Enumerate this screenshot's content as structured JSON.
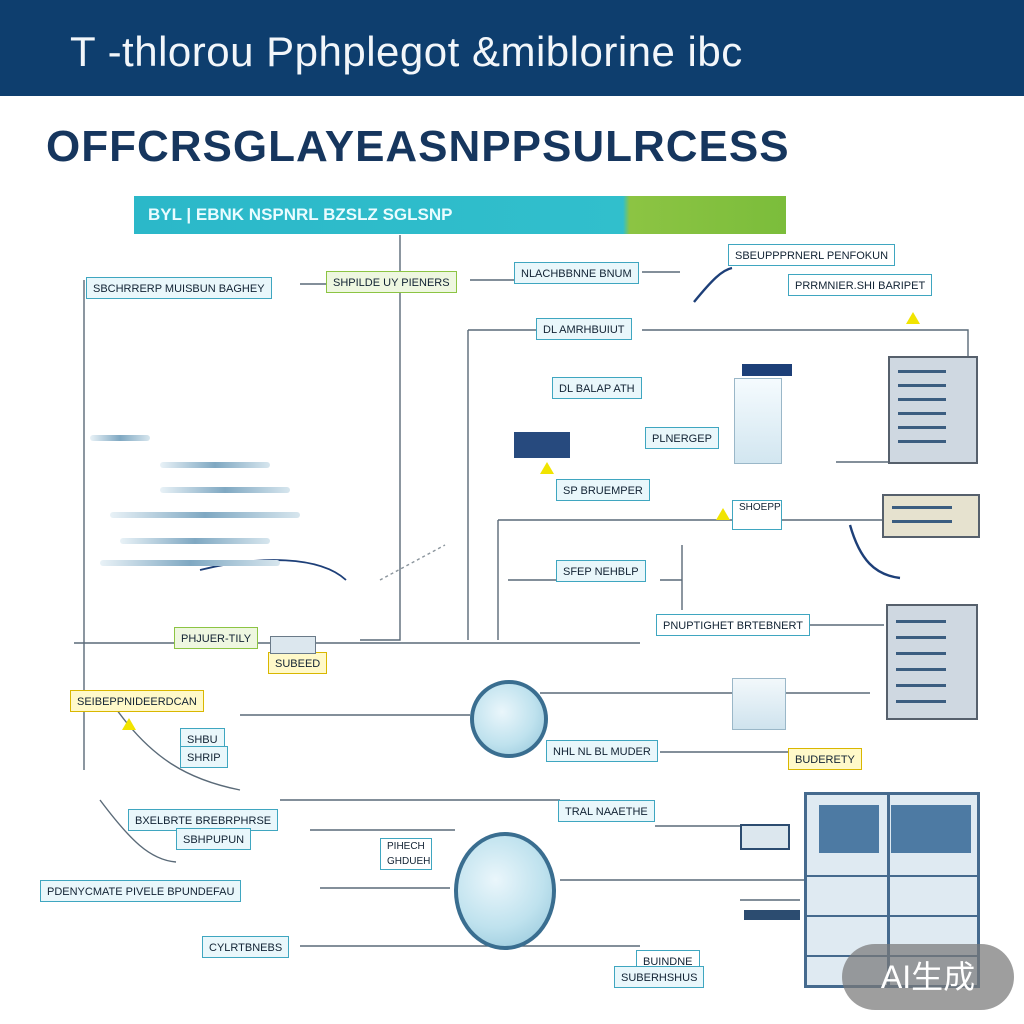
{
  "header": {
    "title": "T -thlorou Pphplegot &miblorine ibc"
  },
  "heading": "OFFCRSGLAYEASNPPSULRCESS",
  "banner": {
    "text": "BYL | EBNK NSPNRL BZSLZ SGLSNP"
  },
  "labels": [
    {
      "id": "l1",
      "text": "SBCHRRERP MUISBUN BAGHEY"
    },
    {
      "id": "l2",
      "text": "SHPILDE UY PIENERS"
    },
    {
      "id": "l3",
      "text": "NLACHBBNNE BNUM"
    },
    {
      "id": "l4",
      "text": "SBEUPPPRNERL PENFOKUN"
    },
    {
      "id": "l5",
      "text": "PRRMNIER.SHI BARIPET"
    },
    {
      "id": "l6",
      "text": "DL AMRHBUIUT"
    },
    {
      "id": "l7",
      "text": "DL BALAP ATH"
    },
    {
      "id": "l8",
      "text": "PLNERGEP"
    },
    {
      "id": "l9",
      "text": "SP BRUEMPER"
    },
    {
      "id": "l10",
      "text": "SHOEPP"
    },
    {
      "id": "l11",
      "text": "SFEP NEHBLP"
    },
    {
      "id": "l12",
      "text": "PNUPTIGHET BRTEBNERT"
    },
    {
      "id": "l13",
      "text": "PHJUER-TILY"
    },
    {
      "id": "l14",
      "text": "SUBEED"
    },
    {
      "id": "l15",
      "text": "SEIBEPPNIDEERDCAN"
    },
    {
      "id": "l16",
      "text": "SHBU"
    },
    {
      "id": "l17",
      "text": "SHRIP"
    },
    {
      "id": "l18",
      "text": "NHL NL BL MUDER"
    },
    {
      "id": "l19",
      "text": "BUDERETY"
    },
    {
      "id": "l20",
      "text": "TRAL NAAETHE"
    },
    {
      "id": "l21",
      "text": "BXELBRTE BREBRPHRSE"
    },
    {
      "id": "l22",
      "text": "SBHPUPUN"
    },
    {
      "id": "l23",
      "text": "PIHECH GHDUEH"
    },
    {
      "id": "l24",
      "text": "PDENYCMATE PIVELE BPUNDEFAU"
    },
    {
      "id": "l25",
      "text": "CYLRTBNEBS"
    },
    {
      "id": "l26",
      "text": "BUINDNE"
    },
    {
      "id": "l27",
      "text": "SUBERHSHUS"
    }
  ],
  "badge": {
    "text": "AI生成"
  },
  "colors": {
    "header": "#0e3e6e",
    "heading": "#16365e",
    "banner_teal": "#2bb8c9",
    "banner_green": "#7bbd3b",
    "line": "#5a6a78",
    "highlight": "#f1e400"
  }
}
